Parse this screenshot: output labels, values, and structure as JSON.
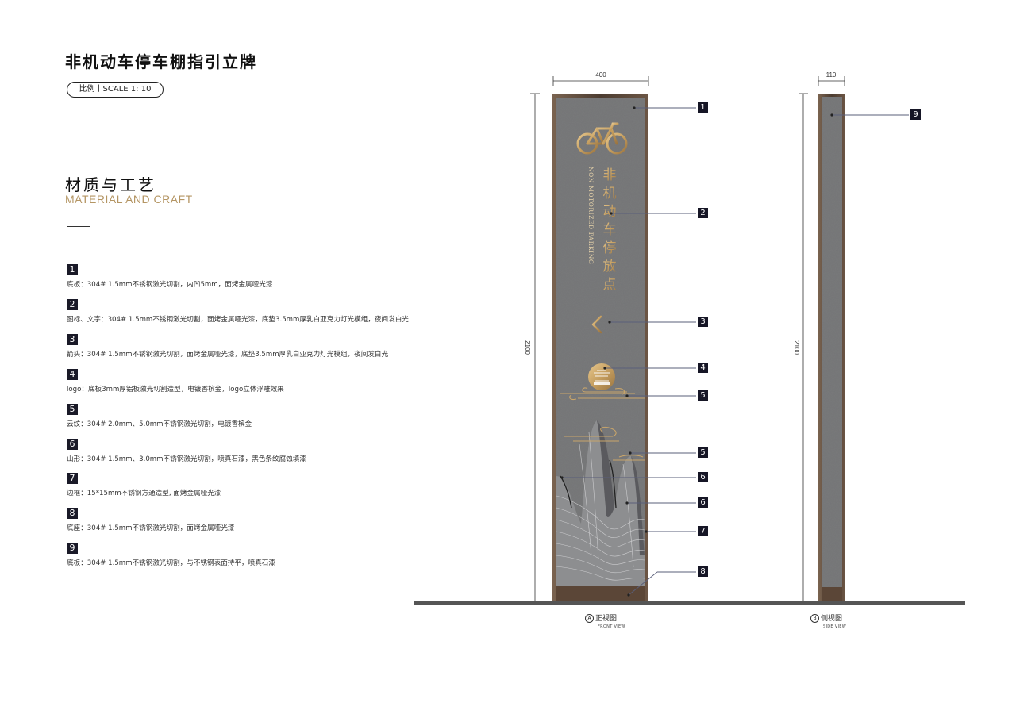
{
  "header": {
    "title": "非机动车停车棚指引立牌",
    "scale": "比例丨SCALE  1: 10"
  },
  "section": {
    "title_cn": "材质与工艺",
    "title_en": "MATERIAL AND CRAFT"
  },
  "materials": [
    {
      "num": "1",
      "desc": "底板：304# 1.5mm不锈钢激光切割，内凹5mm，面烤金属哑光漆"
    },
    {
      "num": "2",
      "desc": "图标、文字：304# 1.5mm不锈钢激光切割，面烤金属哑光漆，底垫3.5mm厚乳白亚克力灯光模组，夜间发白光"
    },
    {
      "num": "3",
      "desc": "箭头：304# 1.5mm不锈钢激光切割，面烤金属哑光漆，底垫3.5mm厚乳白亚克力灯光模组，夜间发白光"
    },
    {
      "num": "4",
      "desc": "logo：底板3mm厚铝板激光切割造型，电镀香槟金，logo立体浮雕效果"
    },
    {
      "num": "5",
      "desc": "云纹：304# 2.0mm、5.0mm不锈钢激光切割，电镀香槟金"
    },
    {
      "num": "6",
      "desc": "山形：304# 1.5mm、3.0mm不锈钢激光切割，喷真石漆，黑色条纹腐蚀填漆"
    },
    {
      "num": "7",
      "desc": "边框：15*15mm不锈钢方通造型, 面烤金属哑光漆"
    },
    {
      "num": "8",
      "desc": "底座：304# 1.5mm不锈钢激光切割，面烤金属哑光漆"
    },
    {
      "num": "9",
      "desc": "底板：304# 1.5mm不锈钢激光切割，与不锈钢表面持平，喷真石漆"
    }
  ],
  "front": {
    "width_dim": "400",
    "height_dim": "2100",
    "sign_cn": [
      "非",
      "机",
      "动",
      "车",
      "停",
      "放",
      "点"
    ],
    "sign_en": "NON MOTORIZED PARKING",
    "view_cn": "正视图",
    "view_en": "FRONT VIEW",
    "view_mark": "A",
    "callouts": [
      "1",
      "2",
      "3",
      "4",
      "5",
      "5",
      "6",
      "6",
      "7",
      "8"
    ]
  },
  "side": {
    "width_dim": "110",
    "height_dim": "2100",
    "view_cn": "侧视图",
    "view_en": "SIDE VIEW",
    "view_mark": "B",
    "callouts": [
      "9"
    ]
  },
  "colors": {
    "frame": "#5a4a3c",
    "stone": "#7b7c7e",
    "gold": "#c9a56a",
    "callout_bg": "#161626",
    "accent_text": "#b49563"
  }
}
